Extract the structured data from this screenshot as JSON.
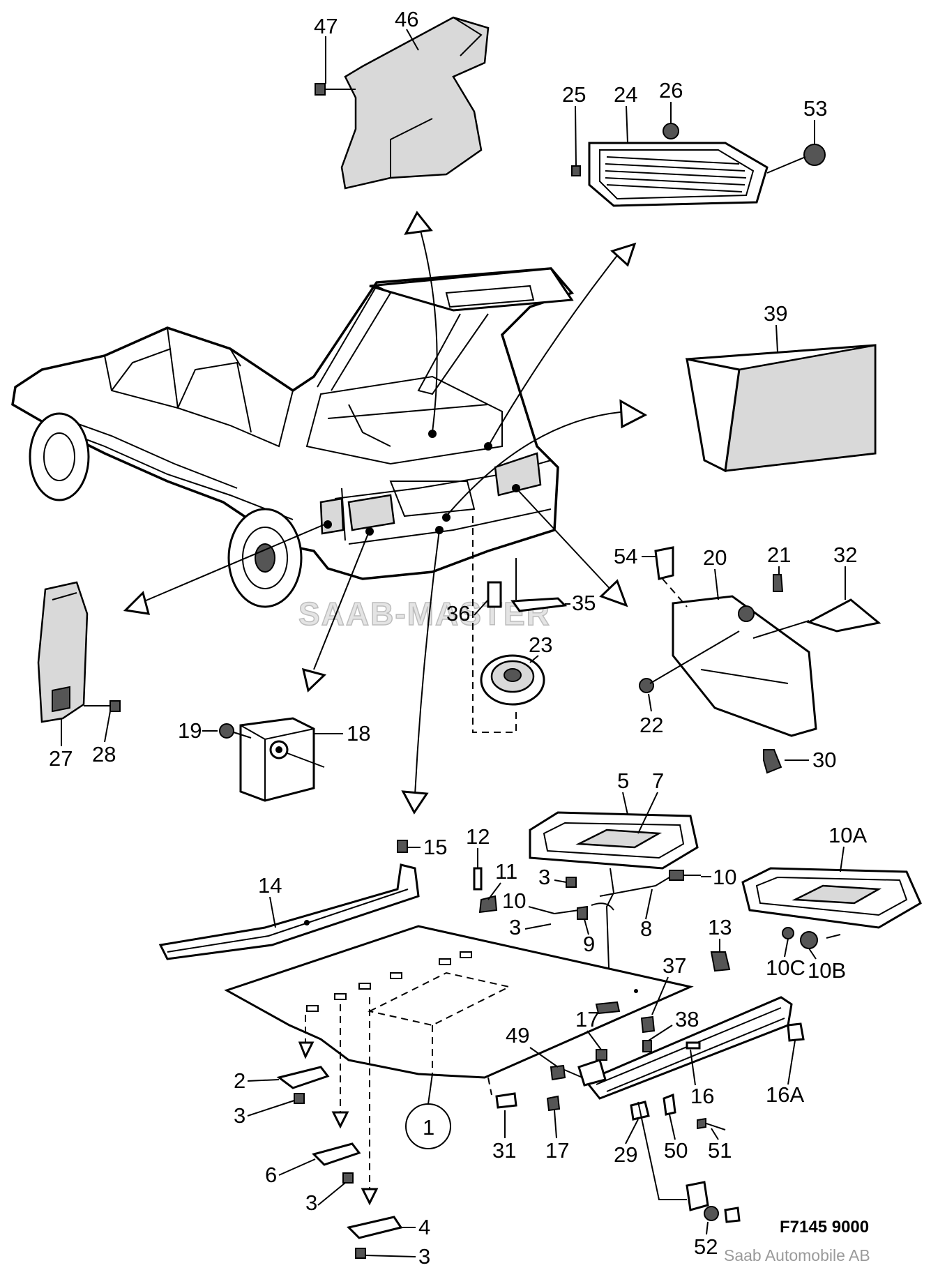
{
  "diagram": {
    "figure_code": "F7145 9000",
    "credit": "Saab Automobile AB",
    "watermark": "SAAB-MASTER"
  },
  "callouts": {
    "c46": "46",
    "c47": "47",
    "c25": "25",
    "c24": "24",
    "c26": "26",
    "c53": "53",
    "c39": "39",
    "c54": "54",
    "c20": "20",
    "c21": "21",
    "c32": "32",
    "c36": "36",
    "c35": "35",
    "c23": "23",
    "c22": "22",
    "c30": "30",
    "c27": "27",
    "c28": "28",
    "c19": "19",
    "c18": "18",
    "c5": "5",
    "c7": "7",
    "c10A": "10A",
    "c15": "15",
    "c12": "12",
    "c11": "11",
    "c14": "14",
    "c3a": "3",
    "c10a": "10",
    "c10b": "10",
    "c3b": "3",
    "c9": "9",
    "c8": "8",
    "c13": "13",
    "c10C": "10C",
    "c10B": "10B",
    "c37": "37",
    "c38": "38",
    "c17a": "17",
    "c49": "49",
    "c16": "16",
    "c16A": "16A",
    "c2": "2",
    "c3c": "3",
    "c6": "6",
    "c3d": "3",
    "c1": "1",
    "c31": "31",
    "c17b": "17",
    "c29": "29",
    "c50": "50",
    "c51": "51",
    "c4": "4",
    "c3e": "3",
    "c52": "52"
  }
}
